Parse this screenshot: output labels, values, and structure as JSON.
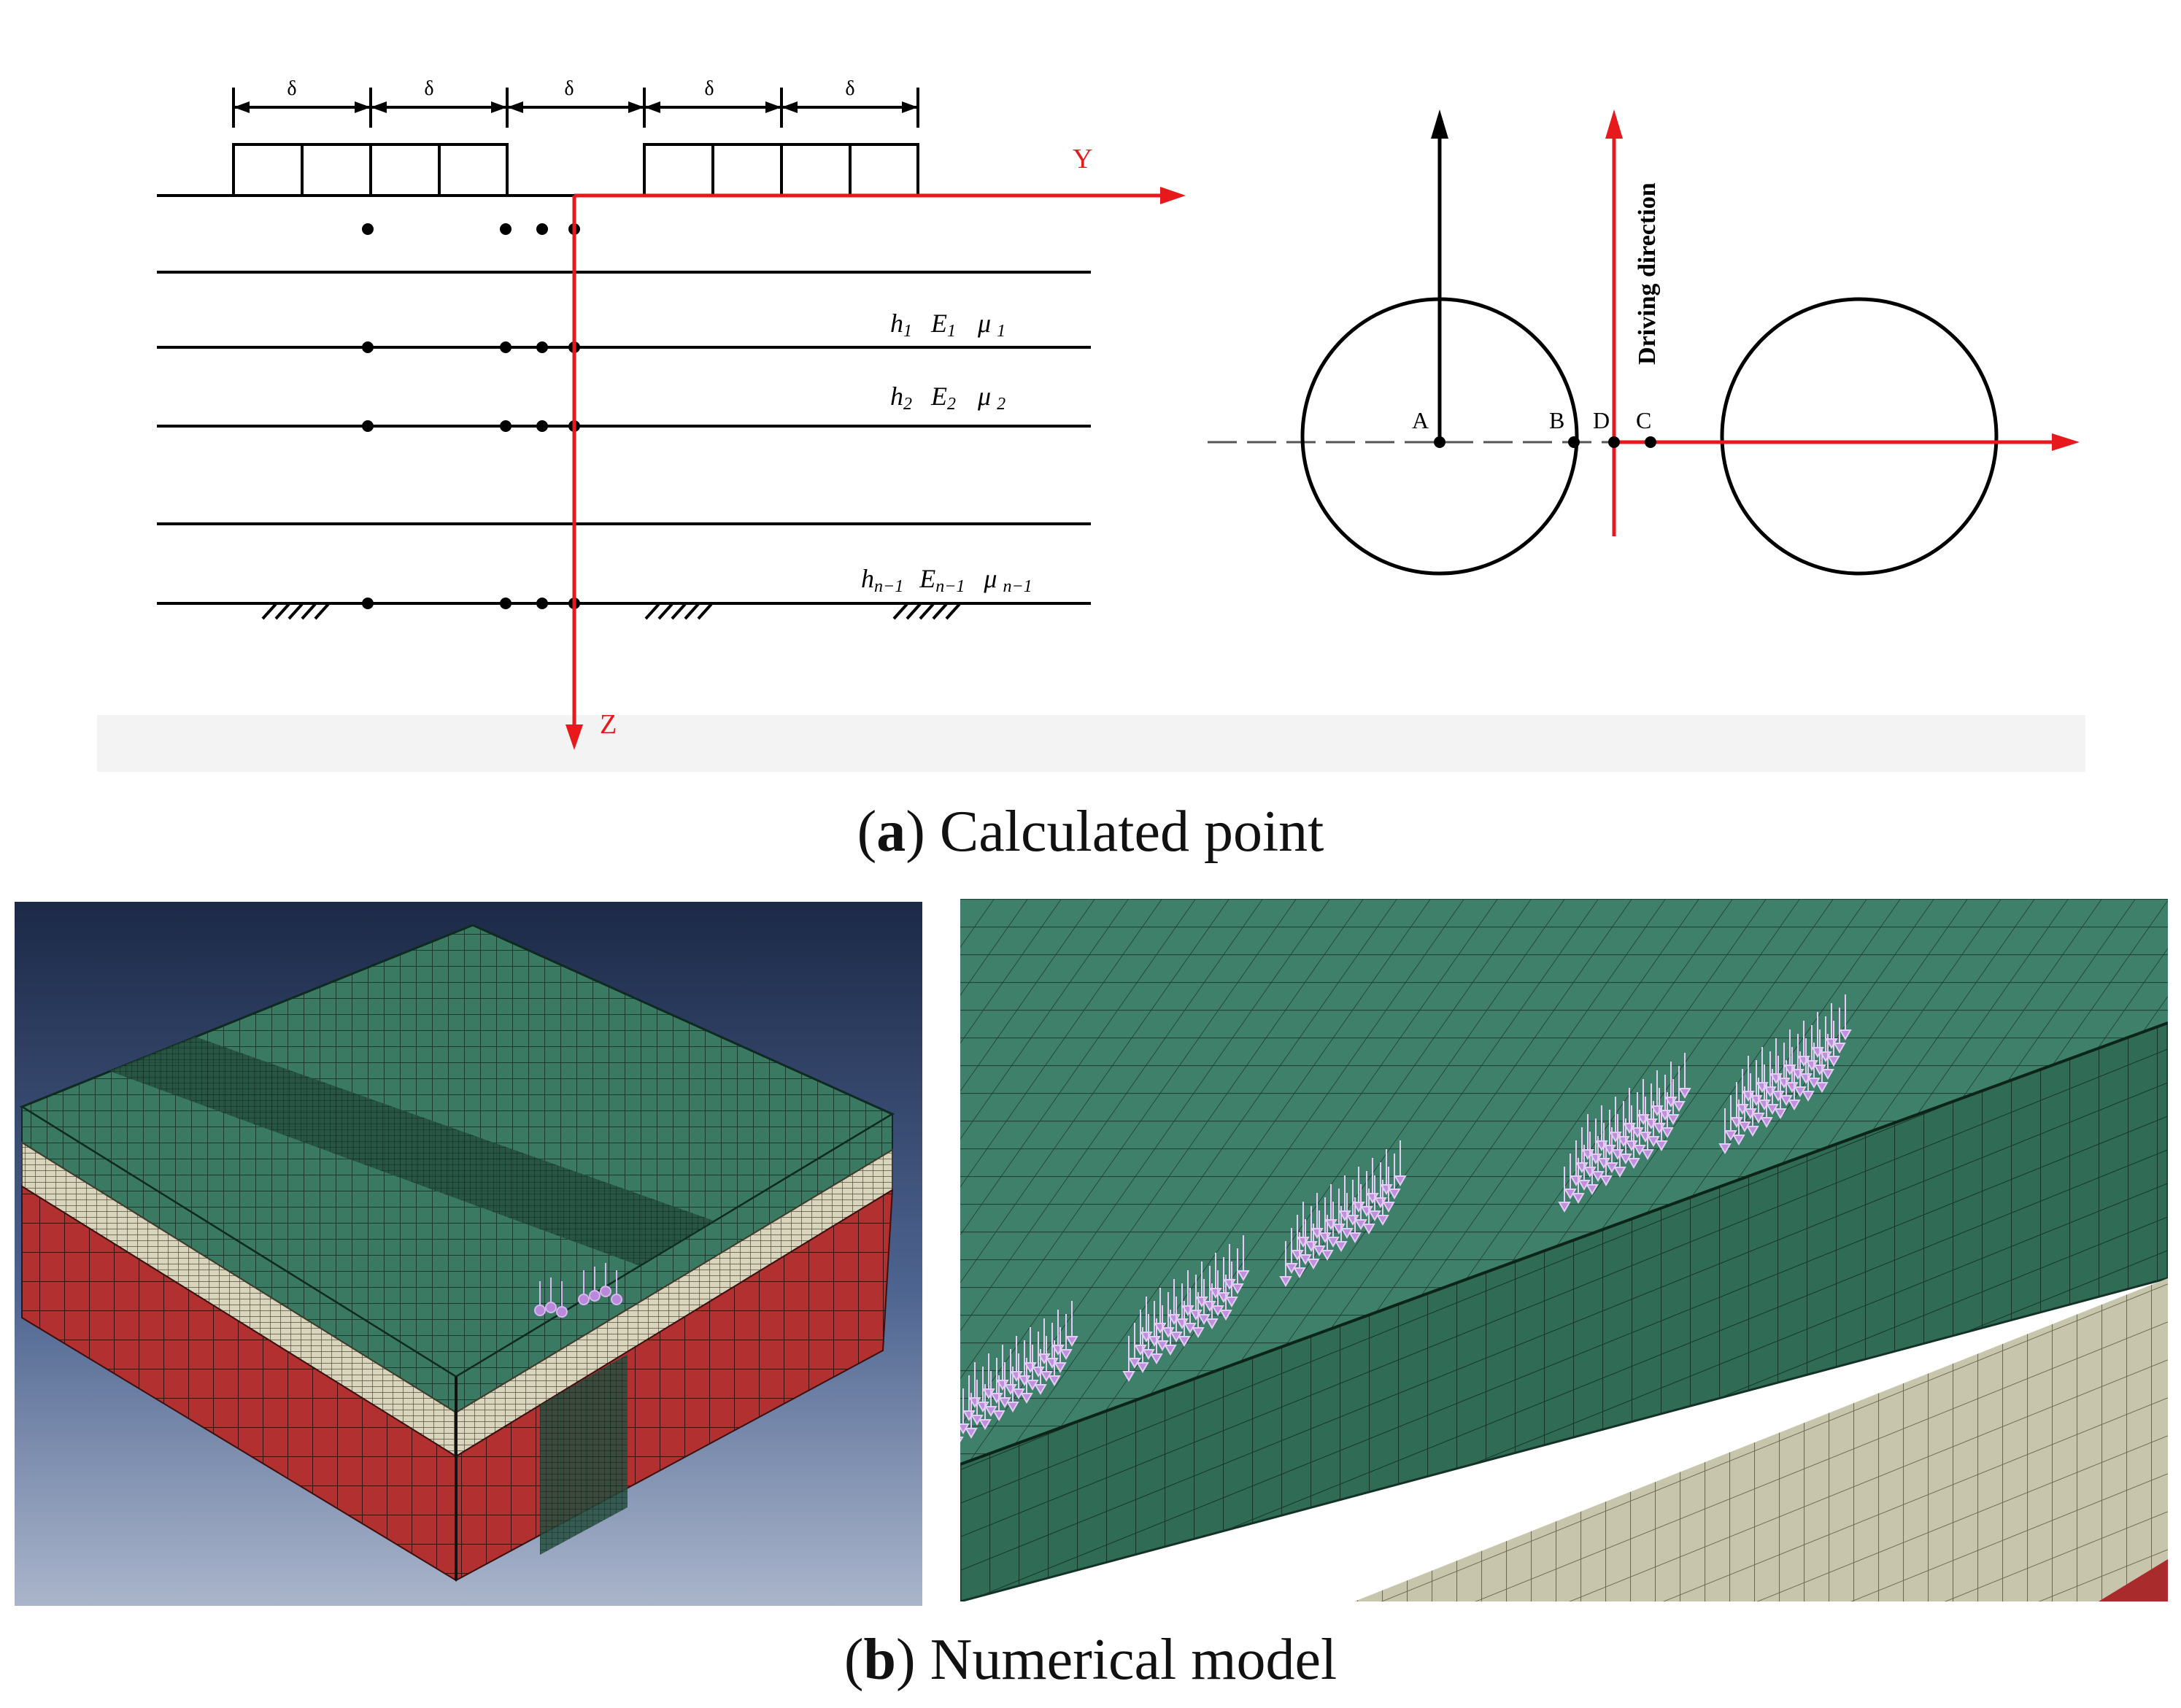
{
  "panel_a": {
    "spacing_label": "δ",
    "axis_y_label": "Y",
    "axis_z_label": "Z",
    "layers": [
      {
        "h": "h",
        "h_sub": "1",
        "E": "E",
        "E_sub": "1",
        "mu": "μ",
        "mu_sub": "1"
      },
      {
        "h": "h",
        "h_sub": "2",
        "E": "E",
        "E_sub": "2",
        "mu": "μ",
        "mu_sub": "2"
      },
      {
        "h": "h",
        "h_sub": "n−1",
        "E": "E",
        "E_sub": "n−1",
        "mu": "μ",
        "mu_sub": "n−1"
      }
    ],
    "point_labels": {
      "A": "A",
      "B": "B",
      "D": "D",
      "C": "C"
    },
    "driving_direction": "Driving direction",
    "caption_letter": "a",
    "caption_text": " Calculated point"
  },
  "panel_b": {
    "caption_letter": "b",
    "caption_text": " Numerical model"
  },
  "colors": {
    "axis_red": "#e8191c",
    "mesh_green": "#2f6b55",
    "soil_red": "#b42a2a",
    "base_beige": "#c9c6ae",
    "load_arrow": "#b98ad9",
    "background_navy": "#1e2c4a"
  }
}
